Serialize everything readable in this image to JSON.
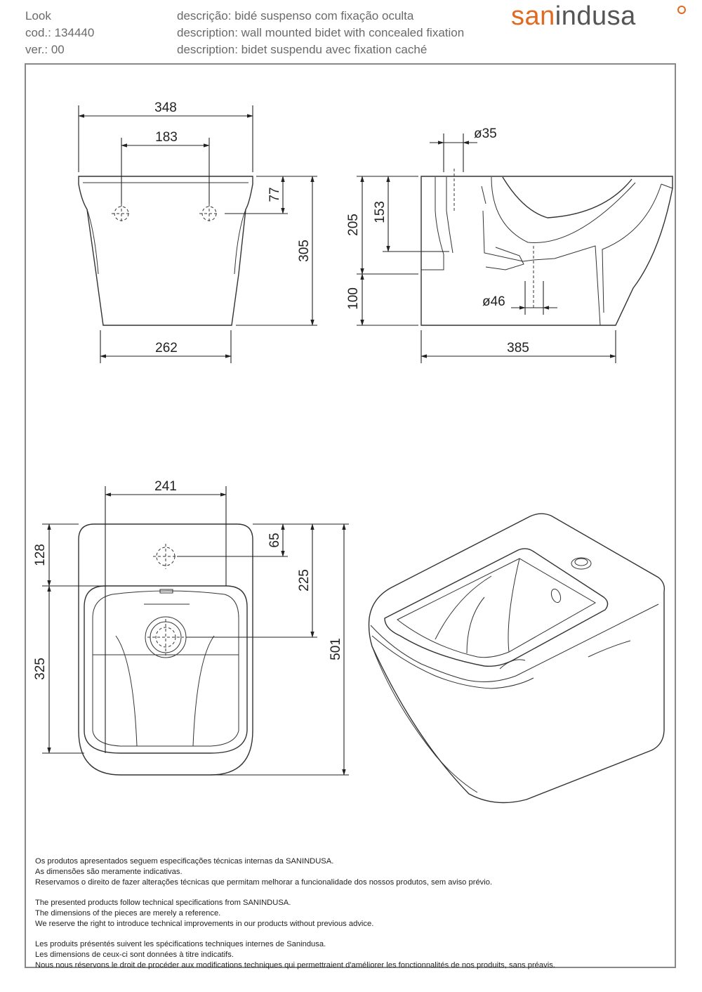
{
  "header": {
    "left": [
      "Look",
      "cod.: 134440",
      "ver.: 00"
    ],
    "right": [
      "descrição: bidé suspenso com fixação oculta",
      "description: wall mounted bidet with concealed fixation",
      "description: bidet suspendu avec fixation caché"
    ]
  },
  "logo": {
    "part1": "san",
    "part2": "indusa",
    "color": "#e06a1f"
  },
  "dimensions": {
    "front": {
      "top_width": "348",
      "holes_spacing": "183",
      "hole_height": "77",
      "total_height": "305",
      "base_width": "262"
    },
    "side": {
      "diameter_top": "ø35",
      "height_205": "205",
      "height_153": "153",
      "height_100": "100",
      "diameter_drain": "ø46",
      "depth": "385"
    },
    "plan": {
      "inner_width": "241",
      "top_offset": "128",
      "hole_offset": "65",
      "drain_offset": "225",
      "bowl_length": "325",
      "total_length": "501"
    }
  },
  "notes": {
    "pt": [
      "Os produtos apresentados seguem especificações técnicas internas da SANINDUSA.",
      "As dimensões são meramente indicativas.",
      "Reservamos o direito de fazer alterações técnicas que permitam melhorar a funcionalidade dos nossos produtos, sem aviso prévio."
    ],
    "en": [
      "The presented products follow technical specifications from SANINDUSA.",
      "The dimensions of the pieces are merely a reference.",
      "We reserve the right to introduce technical improvements in our products without previous advice."
    ],
    "fr": [
      "Les produits présentés suivent les spécifications techniques internes de Sanindusa.",
      "Les dimensions de ceux-ci sont données à titre indicatifs.",
      "Nous nous réservons le droit de procéder aux modifications techniques qui permettraient d'améliorer les fonctionnalités de nos produits, sans préavis."
    ]
  }
}
